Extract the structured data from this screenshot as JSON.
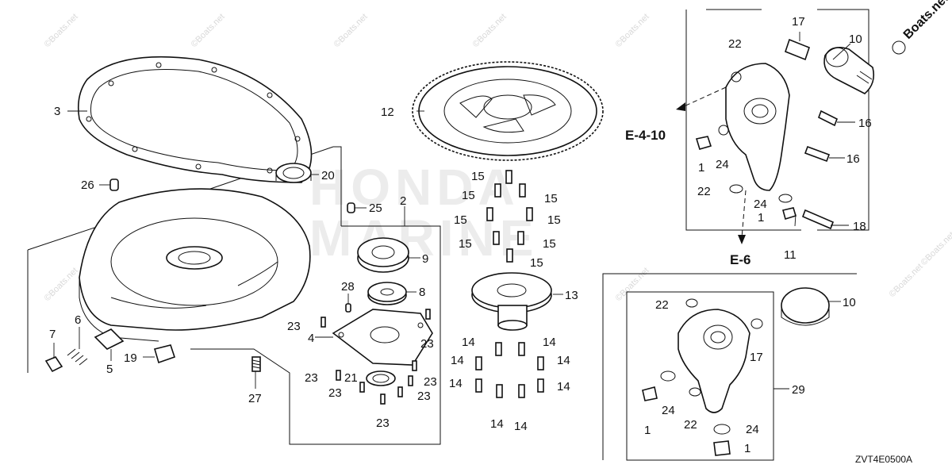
{
  "diagram": {
    "code": "ZVT4E0500A",
    "logo_text": "Boats.net",
    "watermark_text": "©Boats.net",
    "brand_watermark": [
      "HONDA",
      "MARINE"
    ],
    "refs": {
      "e410": "E-4-10",
      "e6": "E-6"
    },
    "callouts": {
      "c1": "1",
      "c2": "2",
      "c3": "3",
      "c4": "4",
      "c5": "5",
      "c6": "6",
      "c7": "7",
      "c8": "8",
      "c9": "9",
      "c10": "10",
      "c11": "11",
      "c12": "12",
      "c13": "13",
      "c14": "14",
      "c15": "15",
      "c16": "16",
      "c17": "17",
      "c18": "18",
      "c19": "19",
      "c20": "20",
      "c21": "21",
      "c22": "22",
      "c23": "23",
      "c24": "24",
      "c25": "25",
      "c26": "26",
      "c27": "27",
      "c28": "28",
      "c29": "29"
    }
  }
}
